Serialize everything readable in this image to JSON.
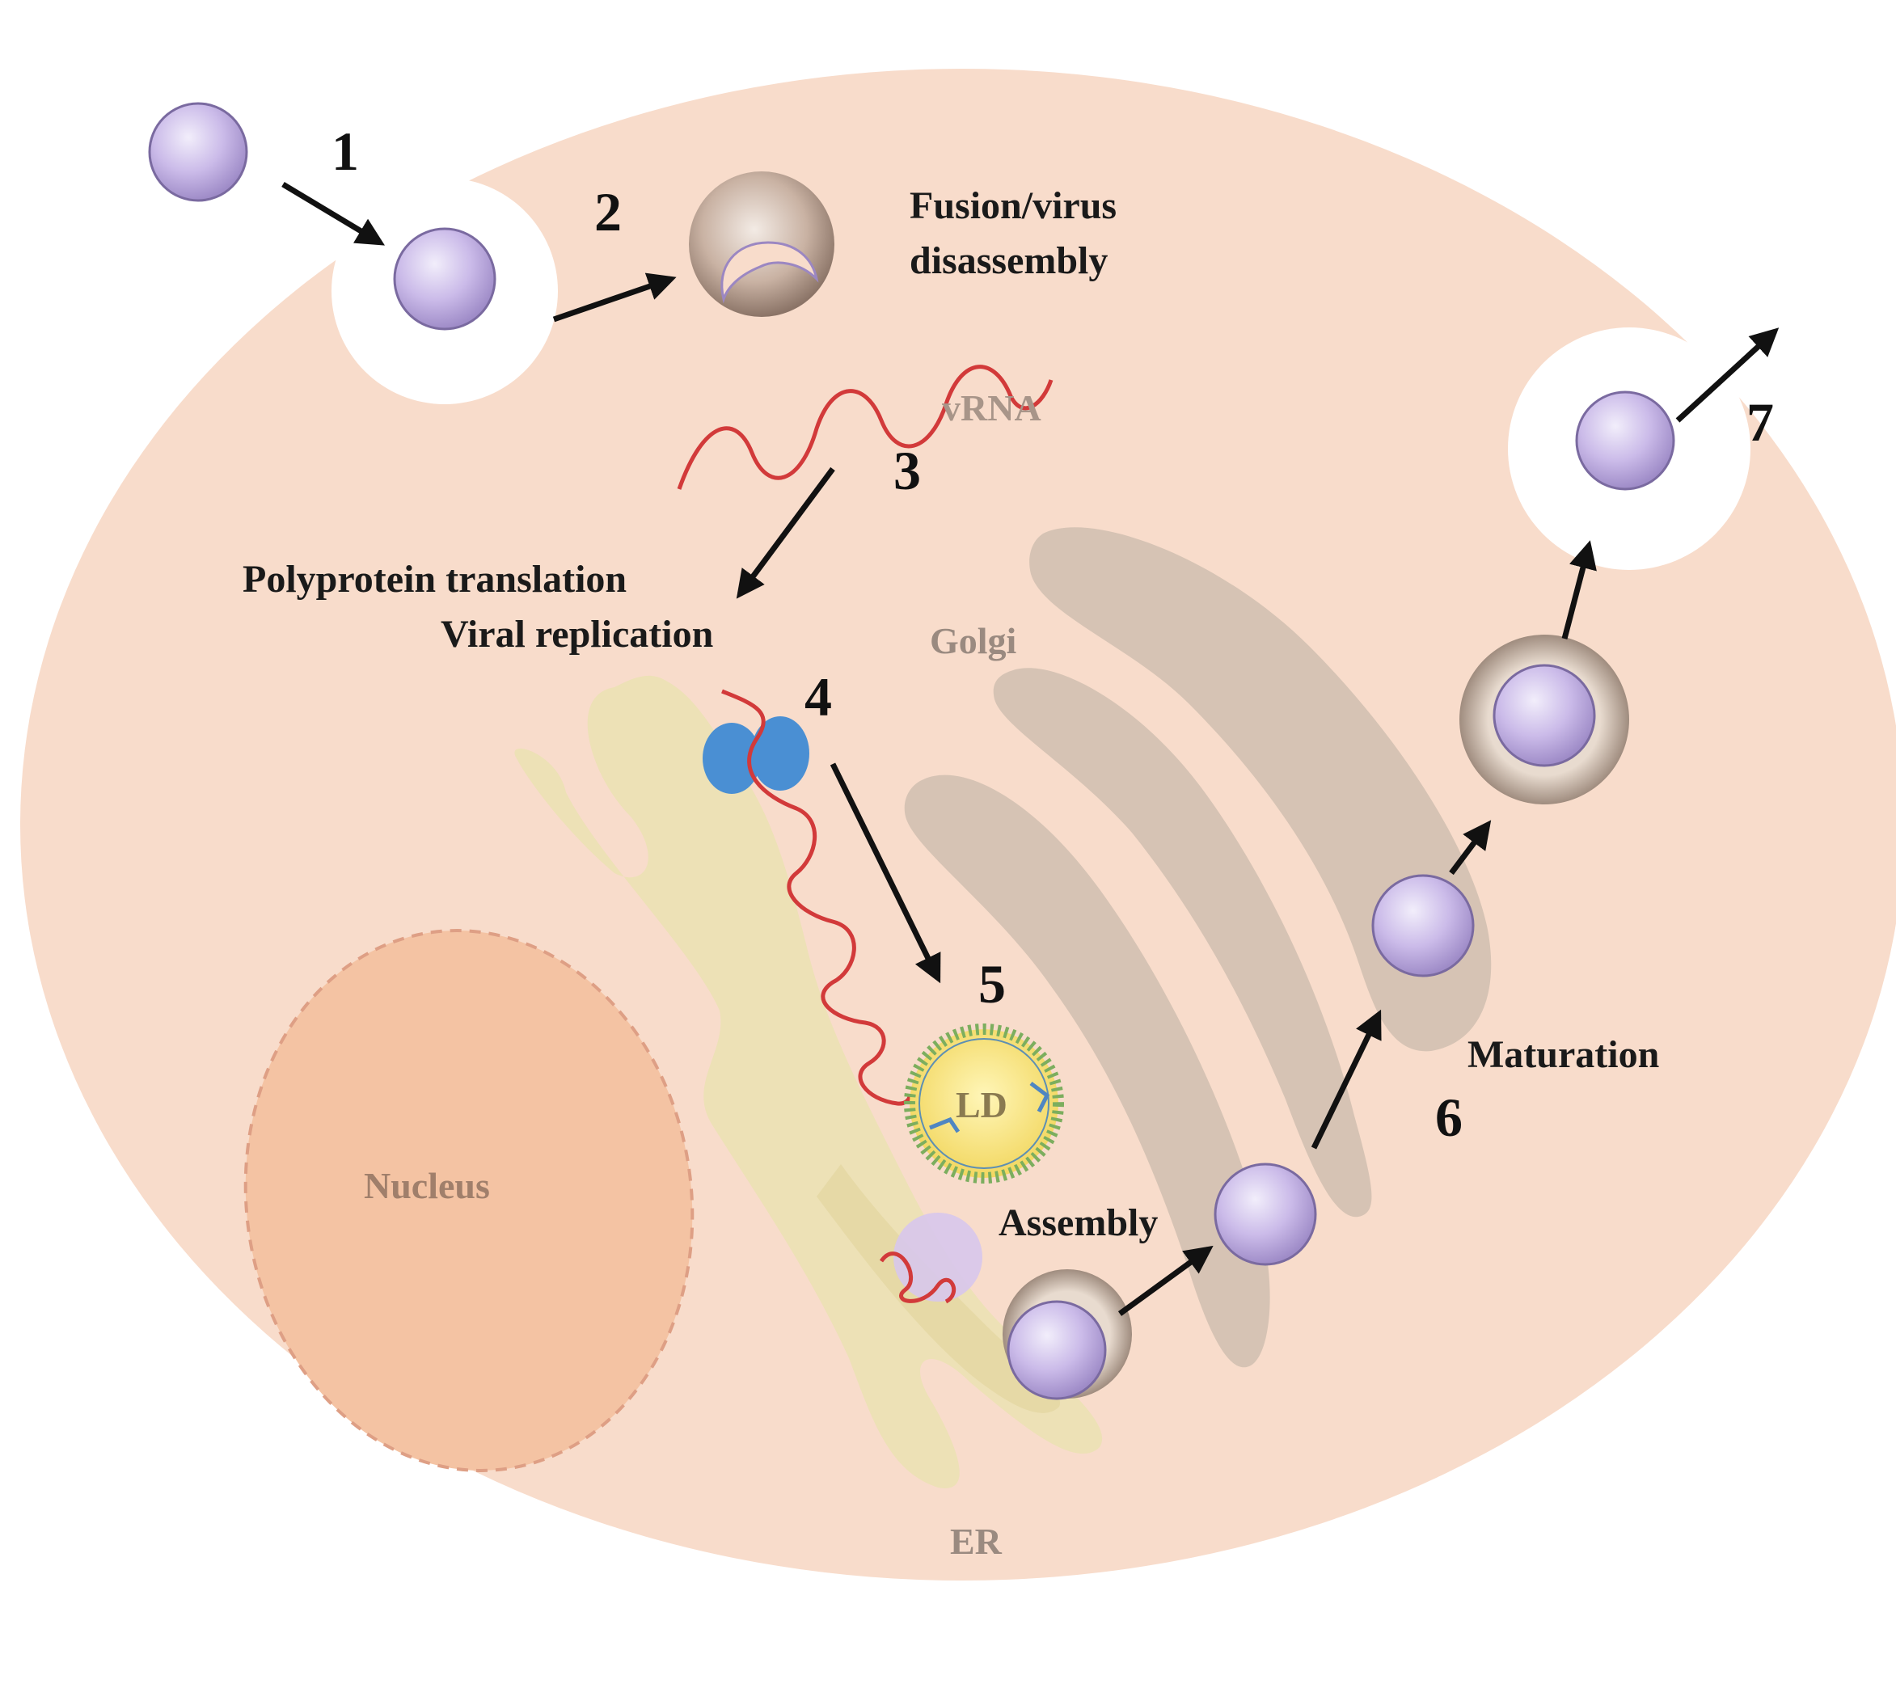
{
  "steps": {
    "s1": "1",
    "s2": "2",
    "s3": "3",
    "s4": "4",
    "s5": "5",
    "s6": "6",
    "s7": "7"
  },
  "labels": {
    "fusion_line1": "Fusion/virus",
    "fusion_line2": "disassembly",
    "vrna": "vRNA",
    "translation_line1": "Polyprotein translation",
    "translation_line2": "Viral replication",
    "golgi": "Golgi",
    "nucleus": "Nucleus",
    "ld": "LD",
    "assembly": "Assembly",
    "maturation": "Maturation",
    "er": "ER"
  },
  "colors": {
    "cytoplasm": "#f8dccb",
    "nucleus": "#f4c3a3",
    "er": "#ece0b4",
    "golgi": "#d6c3b4",
    "virion": "#c9b8e6",
    "vrna": "#d23a3a",
    "ribosome": "#4a8fd3",
    "lipid_droplet": "#f9e07a"
  },
  "icons": {
    "virion": "circle-virion-icon",
    "ribosome": "ribosome-icon",
    "lipid_droplet": "lipid-droplet-icon"
  }
}
